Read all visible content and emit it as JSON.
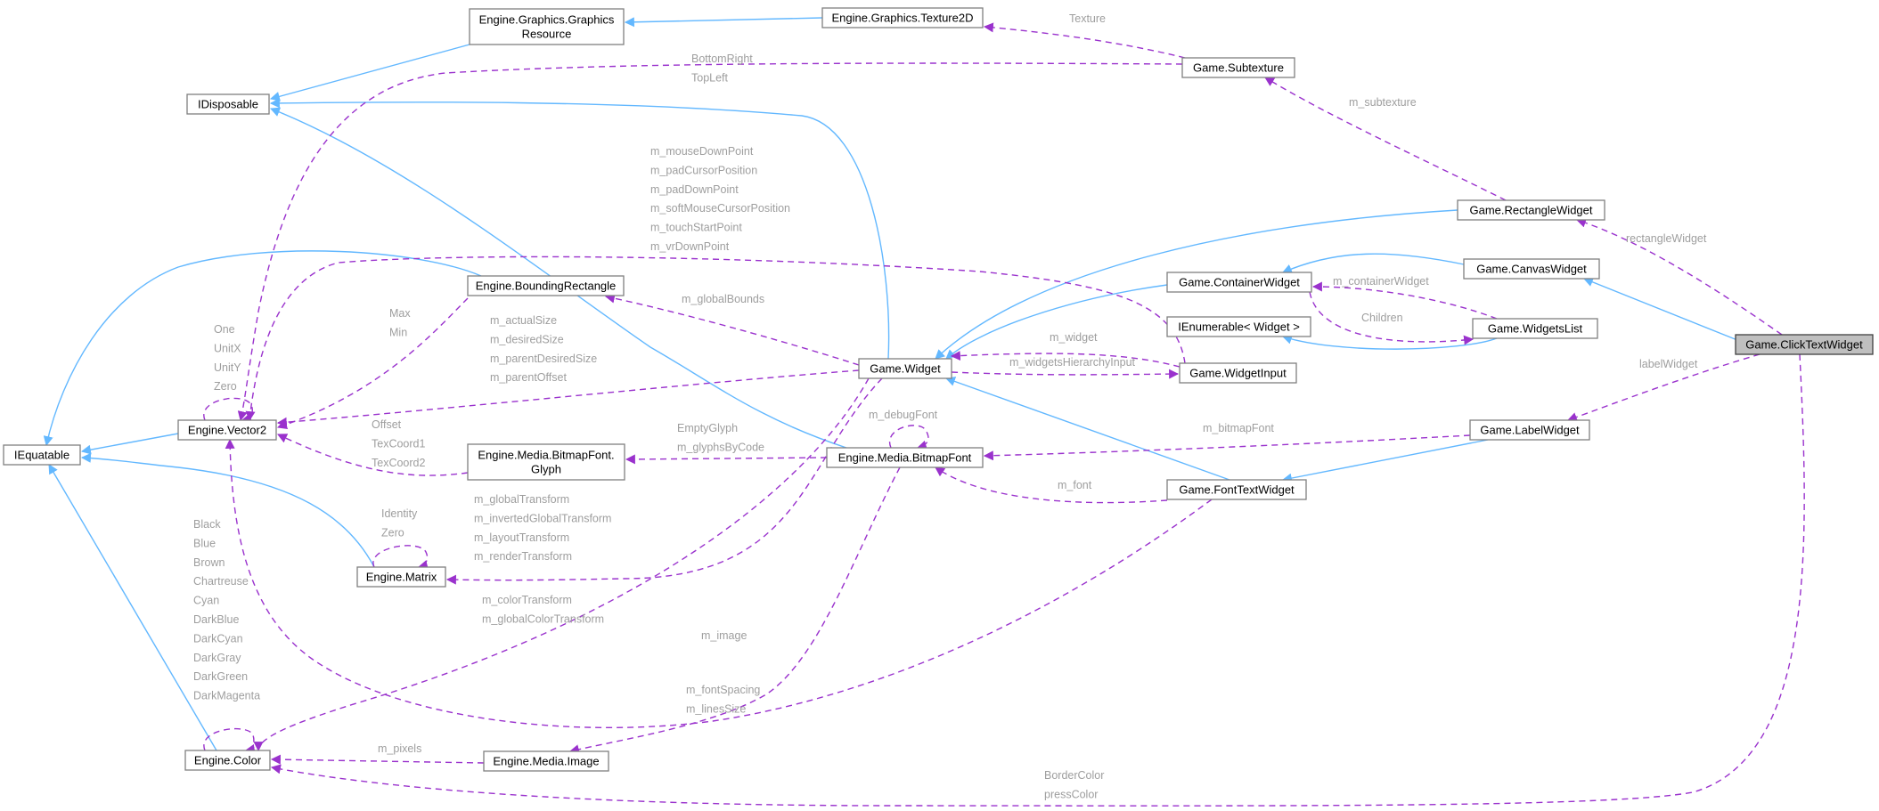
{
  "nodes": {
    "graphics_resource": [
      "Engine.Graphics.Graphics",
      "Resource"
    ],
    "texture2d": [
      "Engine.Graphics.Texture2D"
    ],
    "subtexture": [
      "Game.Subtexture"
    ],
    "idisposable": [
      "IDisposable"
    ],
    "rectangle_widget": [
      "Game.RectangleWidget"
    ],
    "canvas_widget": [
      "Game.CanvasWidget"
    ],
    "click_text_widget": [
      "Game.ClickTextWidget"
    ],
    "container_widget": [
      "Game.ContainerWidget"
    ],
    "ienumerable": [
      "IEnumerable< Widget >"
    ],
    "widgets_list": [
      "Game.WidgetsList"
    ],
    "bounding_rectangle": [
      "Engine.BoundingRectangle"
    ],
    "vector2": [
      "Engine.Vector2"
    ],
    "iequatable": [
      "IEquatable"
    ],
    "widget": [
      "Game.Widget"
    ],
    "widget_input": [
      "Game.WidgetInput"
    ],
    "label_widget": [
      "Game.LabelWidget"
    ],
    "glyph": [
      "Engine.Media.BitmapFont.",
      "Glyph"
    ],
    "bitmap_font": [
      "Engine.Media.BitmapFont"
    ],
    "font_text_widget": [
      "Game.FontTextWidget"
    ],
    "matrix": [
      "Engine.Matrix"
    ],
    "color": [
      "Engine.Color"
    ],
    "image": [
      "Engine.Media.Image"
    ]
  },
  "edge_labels": {
    "texture": [
      "Texture"
    ],
    "subtexture_corners": [
      "BottomRight",
      "TopLeft"
    ],
    "m_subtexture": [
      "m_subtexture"
    ],
    "input_points": [
      "m_mouseDownPoint",
      "m_padCursorPosition",
      "m_padDownPoint",
      "m_softMouseCursorPosition",
      "m_touchStartPoint",
      "m_vrDownPoint"
    ],
    "rectangle_widget": [
      "rectangleWidget"
    ],
    "m_container_widget": [
      "m_containerWidget"
    ],
    "children": [
      "Children"
    ],
    "vector2_statics": [
      "One",
      "UnitX",
      "UnitY",
      "Zero"
    ],
    "bounds_max_min": [
      "Max",
      "Min"
    ],
    "m_global_bounds": [
      "m_globalBounds"
    ],
    "widget_sizes": [
      "m_actualSize",
      "m_desiredSize",
      "m_parentDesiredSize",
      "m_parentOffset"
    ],
    "m_widget": [
      "m_widget"
    ],
    "m_widgets_hierarchy_input": [
      "m_widgetsHierarchyInput"
    ],
    "label_widget": [
      "labelWidget"
    ],
    "m_debug_font": [
      "m_debugFont"
    ],
    "glyph_fields": [
      "Offset",
      "TexCoord1",
      "TexCoord2"
    ],
    "glyph_lookup": [
      "EmptyGlyph",
      "m_glyphsByCode"
    ],
    "m_bitmap_font": [
      "m_bitmapFont"
    ],
    "m_font": [
      "m_font"
    ],
    "matrix_statics": [
      "Identity",
      "Zero"
    ],
    "widget_transforms": [
      "m_globalTransform",
      "m_invertedGlobalTransform",
      "m_layoutTransform",
      "m_renderTransform"
    ],
    "color_statics": [
      "Black",
      "Blue",
      "Brown",
      "Chartreuse",
      "Cyan",
      "DarkBlue",
      "DarkCyan",
      "DarkGray",
      "DarkGreen",
      "DarkMagenta"
    ],
    "color_transforms": [
      "m_colorTransform",
      "m_globalColorTransform"
    ],
    "m_image": [
      "m_image"
    ],
    "font_spacing": [
      "m_fontSpacing",
      "m_linesSize"
    ],
    "m_pixels": [
      "m_pixels"
    ],
    "press_colors": [
      "BorderColor",
      "pressColor"
    ]
  },
  "colors": {
    "inheritance_edge": "#63b8ff",
    "usage_edge": "#9a32cd",
    "edge_label": "#9e9e9e",
    "focus_node_fill": "#bfbfbf"
  }
}
